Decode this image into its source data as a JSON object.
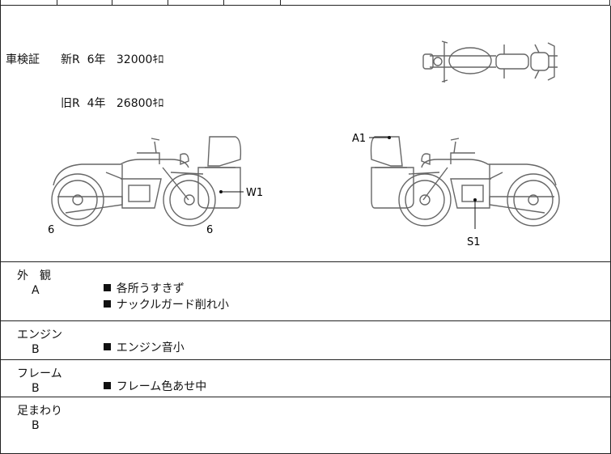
{
  "registration": {
    "label": "車検証",
    "new_line": "新R  6年   32000ｷﾛ",
    "old_line": "旧R  4年   26800ｷﾛ"
  },
  "annotations": {
    "left_front_tire": "6",
    "left_rear_tire": "6",
    "left_w": "W1",
    "right_a": "A1",
    "right_s": "S1"
  },
  "conditions": [
    {
      "name": "外　観",
      "grade": "A",
      "notes": [
        "各所うすきず",
        "ナックルガード削れ小"
      ]
    },
    {
      "name": "エンジン",
      "grade": "B",
      "notes": [
        "エンジン音小"
      ]
    },
    {
      "name": "フレーム",
      "grade": "B",
      "notes": [
        "フレーム色あせ中"
      ]
    },
    {
      "name": "足まわり",
      "grade": "B",
      "notes": []
    }
  ]
}
